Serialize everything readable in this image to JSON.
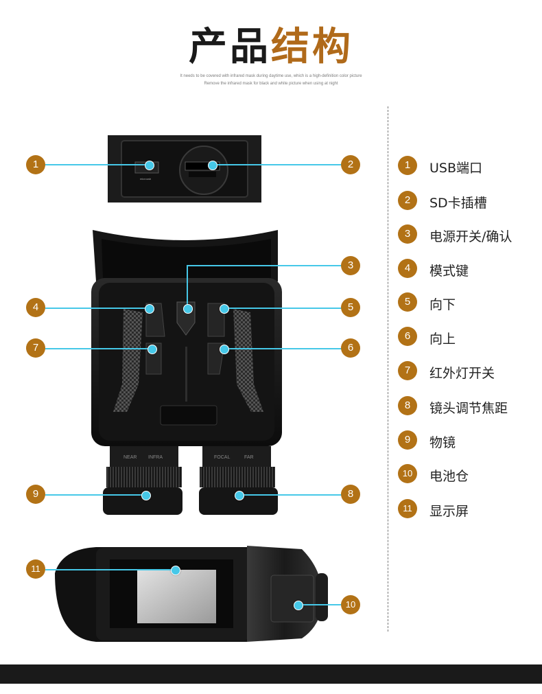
{
  "header": {
    "title_part1": "产品",
    "title_part2": "结构",
    "subtitle_line1": "It needs to be covered with infrared mask during daytime use, which is a high-definition color picture",
    "subtitle_line2": "Remove the infrared mask for black and white picture when using at night"
  },
  "callouts": [
    {
      "n": "1",
      "label": "USB端口"
    },
    {
      "n": "2",
      "label": "SD卡插槽"
    },
    {
      "n": "3",
      "label": "电源开关/确认"
    },
    {
      "n": "4",
      "label": "模式键"
    },
    {
      "n": "5",
      "label": "向下"
    },
    {
      "n": "6",
      "label": "向上"
    },
    {
      "n": "7",
      "label": "红外灯开关"
    },
    {
      "n": "8",
      "label": "镜头调节焦距"
    },
    {
      "n": "9",
      "label": "物镜"
    },
    {
      "n": "10",
      "label": "电池仓"
    },
    {
      "n": "11",
      "label": "显示屏"
    }
  ],
  "device_text": {
    "usb_port_text": "microusb",
    "focus_left_a": "NEAR",
    "focus_left_b": "INFRA",
    "focus_right_a": "FOCAL",
    "focus_right_b": "FAR"
  },
  "colors": {
    "accent": "#b27216",
    "callout_line": "#46c8e8",
    "title_dark": "#1a1a1a",
    "title_accent": "#b06a1a"
  }
}
